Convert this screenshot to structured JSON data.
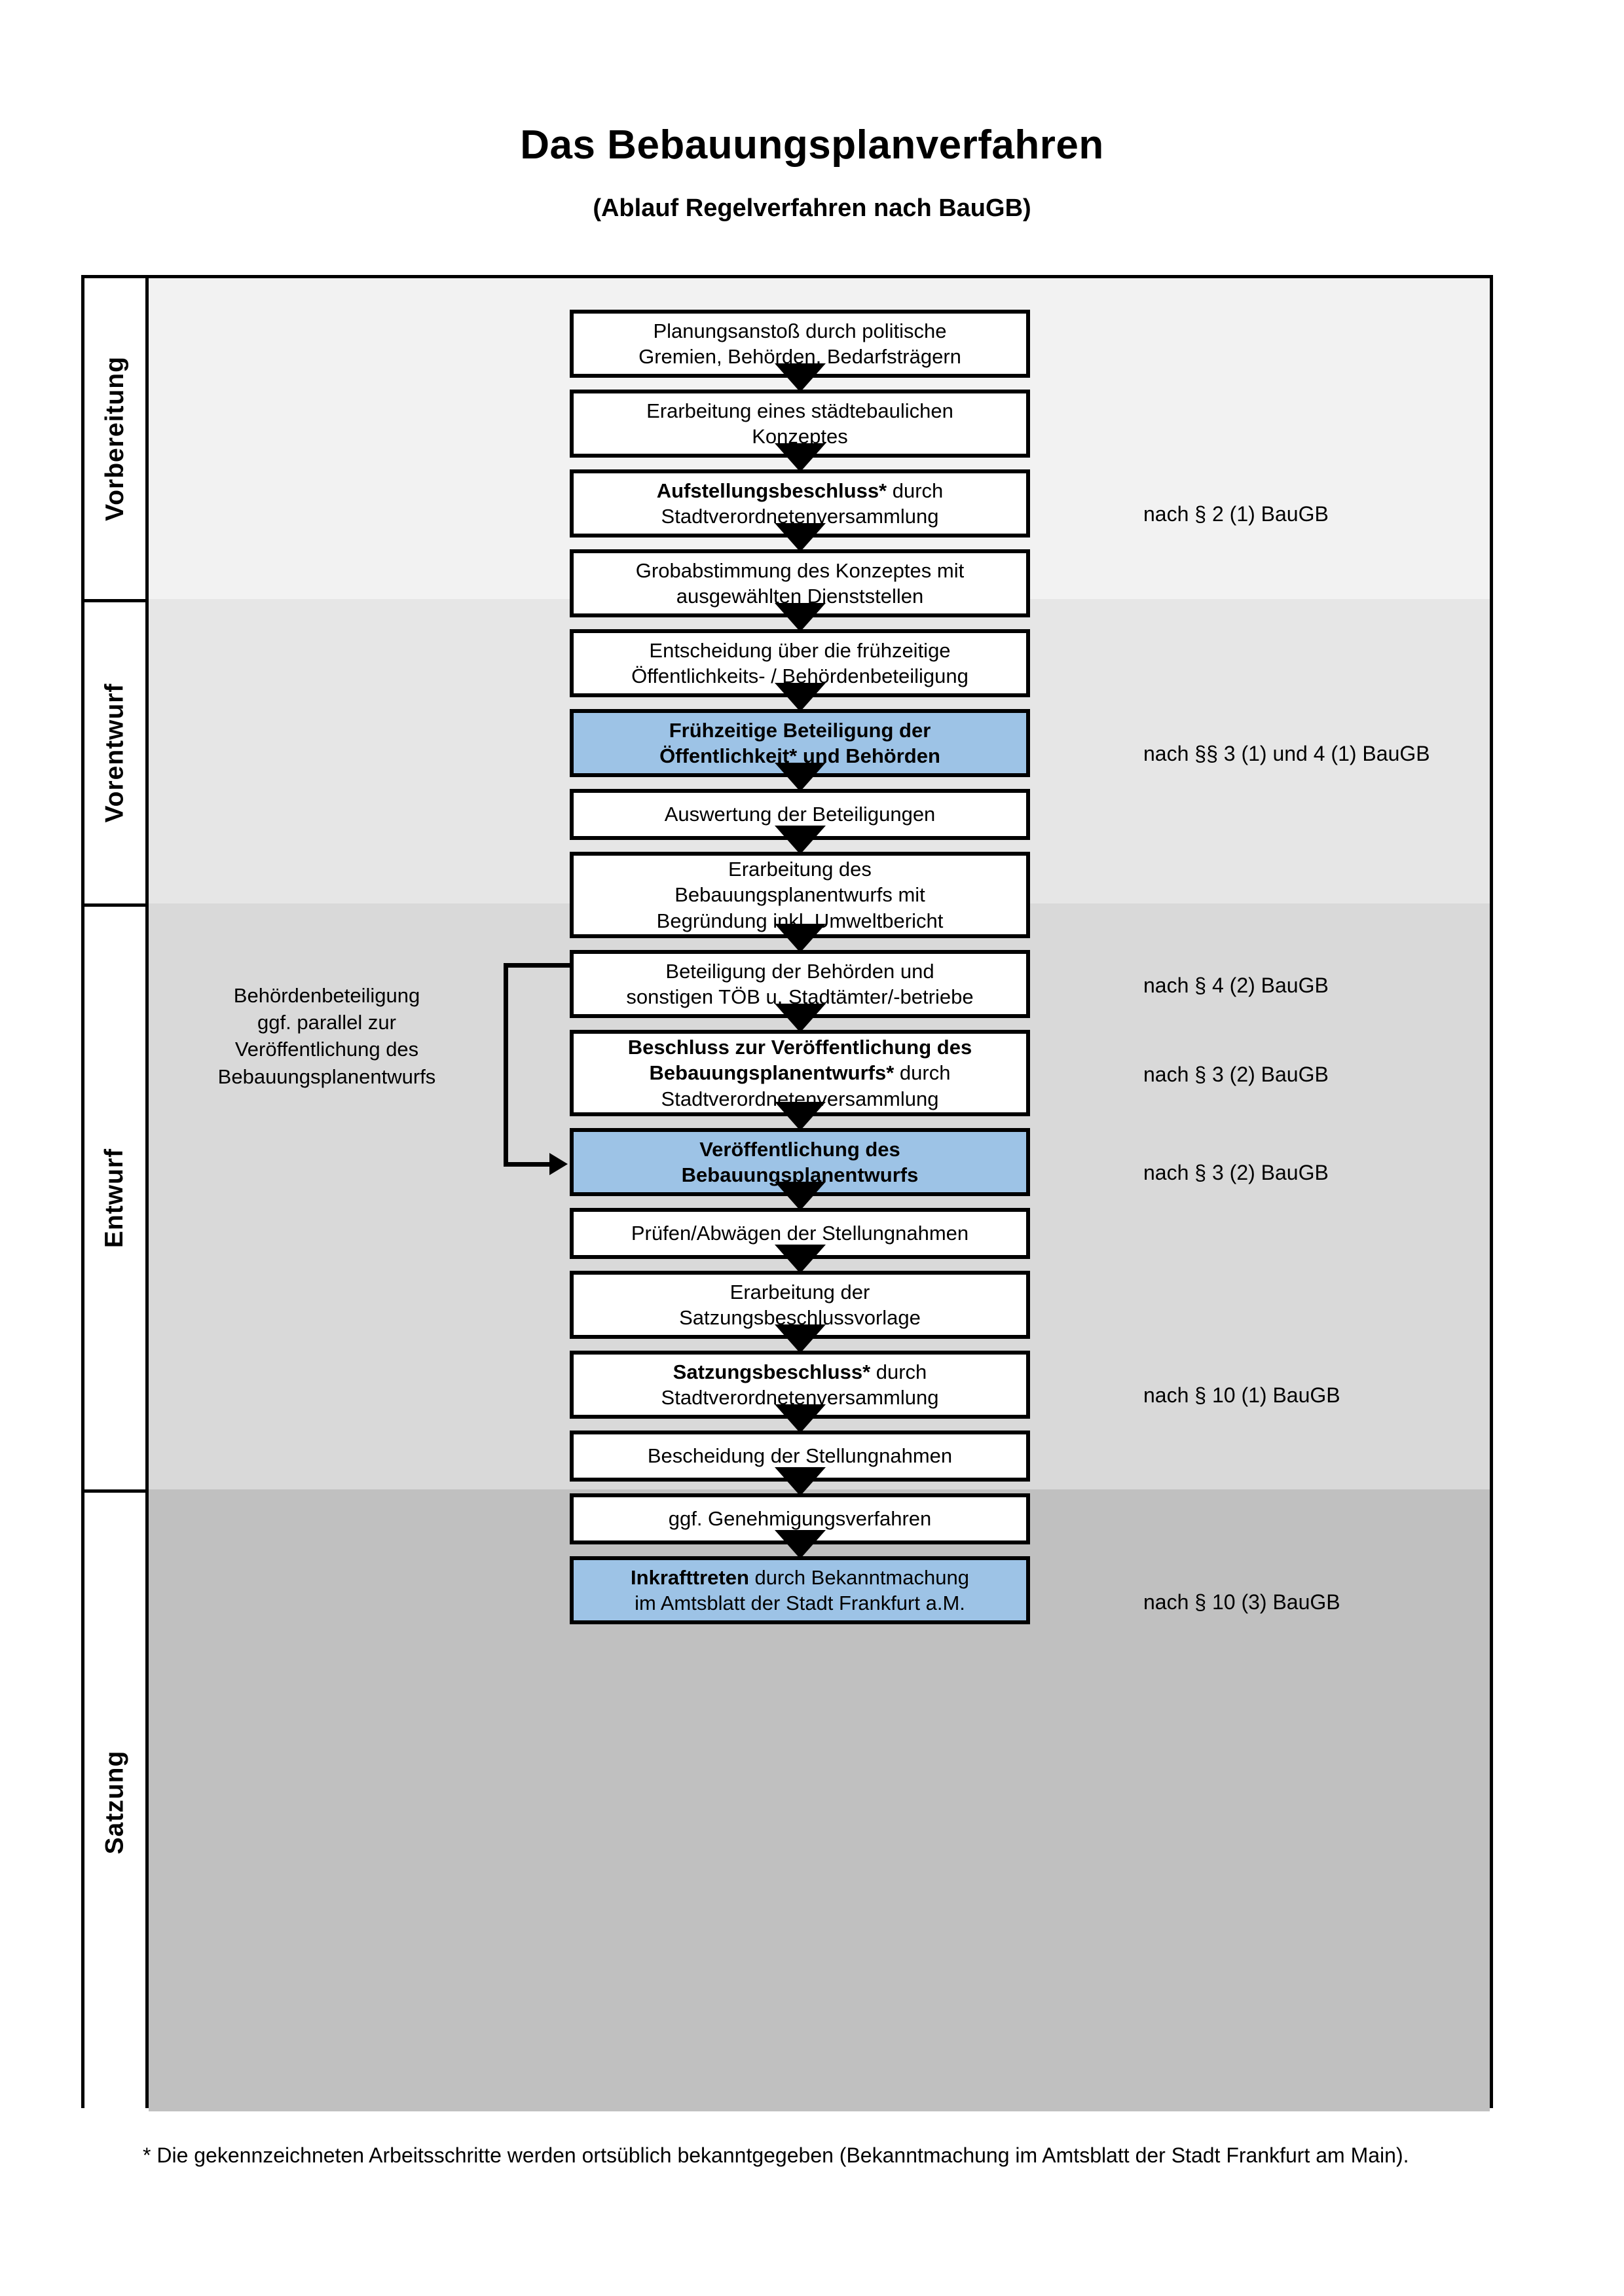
{
  "document": {
    "title": "Das Bebauungsplanverfahren",
    "subtitle": "(Ablauf Regelverfahren nach BauGB)",
    "footnote": "* Die gekennzeichneten Arbeitsschritte werden ortsüblich bekanntgegeben (Bekanntmachung im Amtsblatt  der Stadt Frankfurt am Main)."
  },
  "colors": {
    "highlight_box": "#9DC3E6",
    "band_vorbereitung": "#F2F2F2",
    "band_vorentwurf": "#E6E6E6",
    "band_entwurf": "#D9D9D9",
    "band_satzung": "#C0C0C0",
    "border": "#000000",
    "page_background": "#FFFFFF"
  },
  "phases": [
    {
      "id": "vorbereitung",
      "label": "Vorbereitung"
    },
    {
      "id": "vorentwurf",
      "label": "Vorentwurf"
    },
    {
      "id": "entwurf",
      "label": "Entwurf"
    },
    {
      "id": "satzung",
      "label": "Satzung"
    }
  ],
  "steps": [
    {
      "id": "planungsanstoss",
      "phase": "vorbereitung",
      "highlight": false,
      "lines": [
        {
          "text": "Planungsanstoß durch politische",
          "bold": false
        },
        {
          "text": "Gremien, Behörden, Bedarfsträgern",
          "bold": false
        }
      ]
    },
    {
      "id": "staedtebauliches-konzept",
      "phase": "vorbereitung",
      "highlight": false,
      "lines": [
        {
          "text": "Erarbeitung eines städtebaulichen",
          "bold": false
        },
        {
          "text": "Konzeptes",
          "bold": false
        }
      ]
    },
    {
      "id": "aufstellungsbeschluss",
      "phase": "vorbereitung",
      "highlight": false,
      "lines": [
        {
          "text": "Aufstellungsbeschluss*",
          "bold": true,
          "suffix": " durch"
        },
        {
          "text": "Stadtverordnetenversammlung",
          "bold": false
        }
      ]
    },
    {
      "id": "grobabstimmung",
      "phase": "vorentwurf",
      "highlight": false,
      "lines": [
        {
          "text": "Grobabstimmung des Konzeptes mit",
          "bold": false
        },
        {
          "text": "ausgewählten Dienststellen",
          "bold": false
        }
      ]
    },
    {
      "id": "entscheidung-fruehzeitige",
      "phase": "vorentwurf",
      "highlight": false,
      "lines": [
        {
          "text": "Entscheidung über die frühzeitige",
          "bold": false
        },
        {
          "text": "Öffentlichkeits- / Behördenbeteiligung",
          "bold": false
        }
      ]
    },
    {
      "id": "fruehzeitige-beteiligung",
      "phase": "vorentwurf",
      "highlight": true,
      "lines": [
        {
          "text": "Frühzeitige Beteiligung der",
          "bold": true
        },
        {
          "text": "Öffentlichkeit* und Behörden",
          "bold": true
        }
      ]
    },
    {
      "id": "auswertung-beteiligungen",
      "phase": "entwurf",
      "highlight": false,
      "lines": [
        {
          "text": "Auswertung der Beteiligungen",
          "bold": false
        }
      ]
    },
    {
      "id": "erarbeitung-bplanentwurf",
      "phase": "entwurf",
      "highlight": false,
      "lines": [
        {
          "text": "Erarbeitung des",
          "bold": false
        },
        {
          "text": "Bebauungsplanentwurfs mit",
          "bold": false
        },
        {
          "text": "Begründung inkl. Umweltbericht",
          "bold": false
        }
      ]
    },
    {
      "id": "beteiligung-behoerden-toeb",
      "phase": "entwurf",
      "highlight": false,
      "lines": [
        {
          "text": "Beteiligung der Behörden und",
          "bold": false
        },
        {
          "text": "sonstigen TÖB u. Stadtämter/-betriebe",
          "bold": false
        }
      ]
    },
    {
      "id": "beschluss-veroeffentlichung",
      "phase": "entwurf",
      "highlight": false,
      "lines": [
        {
          "text": "Beschluss zur Veröffentlichung des",
          "bold": true
        },
        {
          "text": "Bebauungsplanentwurfs*",
          "bold": true,
          "suffix": " durch"
        },
        {
          "text": "Stadtverordnetenversammlung",
          "bold": false
        }
      ]
    },
    {
      "id": "veroeffentlichung-bplanentwurf",
      "phase": "entwurf",
      "highlight": true,
      "lines": [
        {
          "text": "Veröffentlichung des",
          "bold": true
        },
        {
          "text": "Bebauungsplanentwurfs",
          "bold": true
        }
      ]
    },
    {
      "id": "pruefen-abwaegen",
      "phase": "satzung",
      "highlight": false,
      "lines": [
        {
          "text": "Prüfen/Abwägen der Stellungnahmen",
          "bold": false
        }
      ]
    },
    {
      "id": "erarbeitung-satzungsvorlage",
      "phase": "satzung",
      "highlight": false,
      "lines": [
        {
          "text": "Erarbeitung der",
          "bold": false
        },
        {
          "text": "Satzungsbeschlussvorlage",
          "bold": false
        }
      ]
    },
    {
      "id": "satzungsbeschluss",
      "phase": "satzung",
      "highlight": false,
      "lines": [
        {
          "text": "Satzungsbeschluss*",
          "bold": true,
          "suffix": " durch"
        },
        {
          "text": "Stadtverordnetenversammlung",
          "bold": false
        }
      ]
    },
    {
      "id": "bescheidung-stellungnahmen",
      "phase": "satzung",
      "highlight": false,
      "lines": [
        {
          "text": "Bescheidung der Stellungnahmen",
          "bold": false
        }
      ]
    },
    {
      "id": "genehmigungsverfahren",
      "phase": "satzung",
      "highlight": false,
      "lines": [
        {
          "text": "ggf. Genehmigungsverfahren",
          "bold": false
        }
      ]
    },
    {
      "id": "inkrafttreten",
      "phase": "satzung",
      "highlight": true,
      "lines": [
        {
          "text": "Inkrafttreten",
          "bold": true,
          "suffix": " durch Bekanntmachung"
        },
        {
          "text": "im Amtsblatt der Stadt Frankfurt a.M.",
          "bold": false
        }
      ]
    }
  ],
  "legal_refs": [
    {
      "id": "ref-par2-1",
      "text": "nach § 2 (1) BauGB"
    },
    {
      "id": "ref-par3-1-4-1",
      "text": "nach §§ 3 (1) und 4 (1) BauGB"
    },
    {
      "id": "ref-par4-2",
      "text": "nach § 4 (2) BauGB"
    },
    {
      "id": "ref-par3-2-a",
      "text": "nach § 3 (2) BauGB"
    },
    {
      "id": "ref-par3-2-b",
      "text": "nach § 3 (2) BauGB"
    },
    {
      "id": "ref-par10-1",
      "text": "nach § 10 (1) BauGB"
    },
    {
      "id": "ref-par10-3",
      "text": "nach § 10 (3) BauGB"
    }
  ],
  "side_note": {
    "lines": [
      "Behördenbeteiligung",
      "ggf. parallel zur",
      "Veröffentlichung des",
      "Bebauungsplanentwurfs"
    ]
  }
}
